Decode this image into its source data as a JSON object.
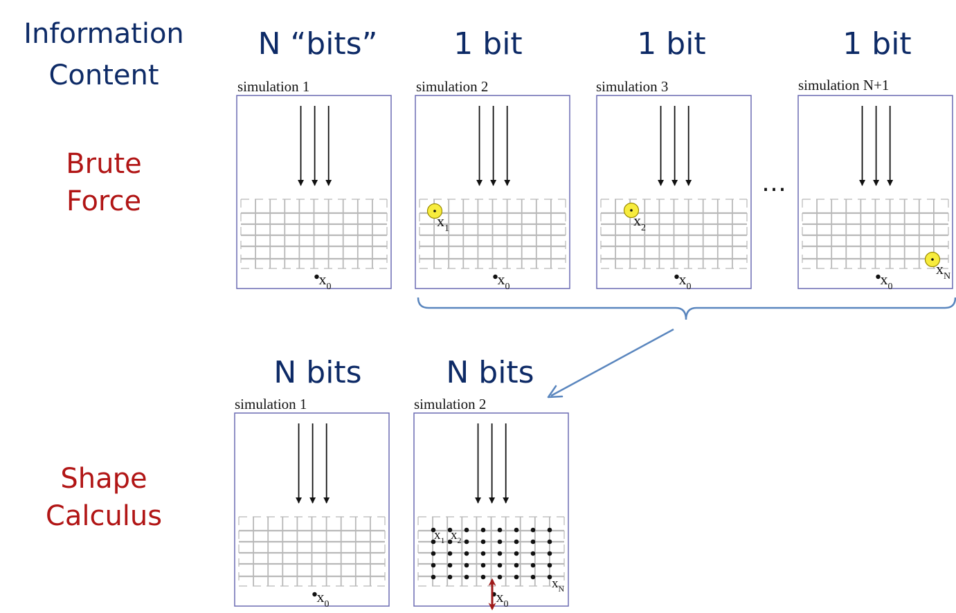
{
  "colors": {
    "heading": "#0d2a66",
    "row_label": "#b11515",
    "panel_border": "#6a6ab2",
    "grid": "#b8b8b8",
    "brace": "#5a86be",
    "highlight_fill": "#f7ec3d",
    "highlight_ring": "#9a8a00",
    "range_arrow": "#9e1a1a"
  },
  "icons": {
    "incident_wave": "arrow-down-icon",
    "continuation": "ellipsis-icon",
    "group": "curly-brace-icon",
    "transfer": "diagonal-arrow-icon",
    "range": "double-arrow-icon"
  },
  "header": {
    "line1": "Information",
    "line2": "Content"
  },
  "rows": {
    "brute_force": {
      "line1": "Brute",
      "line2": "Force"
    },
    "shape_calculus": {
      "line1": "Shape",
      "line2": "Calculus"
    }
  },
  "brute_force": {
    "continuation": "…",
    "panels": [
      {
        "heading": "N “bits”",
        "title": "simulation 1",
        "observer": "x",
        "observer_sub": "0"
      },
      {
        "heading": "1 bit",
        "title": "simulation 2",
        "observer": "x",
        "observer_sub": "0",
        "probe": "x",
        "probe_sub": "1"
      },
      {
        "heading": "1 bit",
        "title": "simulation 3",
        "observer": "x",
        "observer_sub": "0",
        "probe": "x",
        "probe_sub": "2"
      },
      {
        "heading": "1 bit",
        "title": "simulation N+1",
        "observer": "x",
        "observer_sub": "0",
        "probe": "x",
        "probe_sub": "N"
      }
    ]
  },
  "shape_calculus": {
    "panels": [
      {
        "heading": "N bits",
        "title": "simulation 1",
        "observer": "x",
        "observer_sub": "0"
      },
      {
        "heading": "N bits",
        "title": "simulation 2",
        "observer": "x",
        "observer_sub": "0",
        "probe_labels": [
          {
            "text": "x",
            "sub": "1"
          },
          {
            "text": "x",
            "sub": "2"
          },
          {
            "text": "x",
            "sub": "N"
          }
        ]
      }
    ]
  }
}
